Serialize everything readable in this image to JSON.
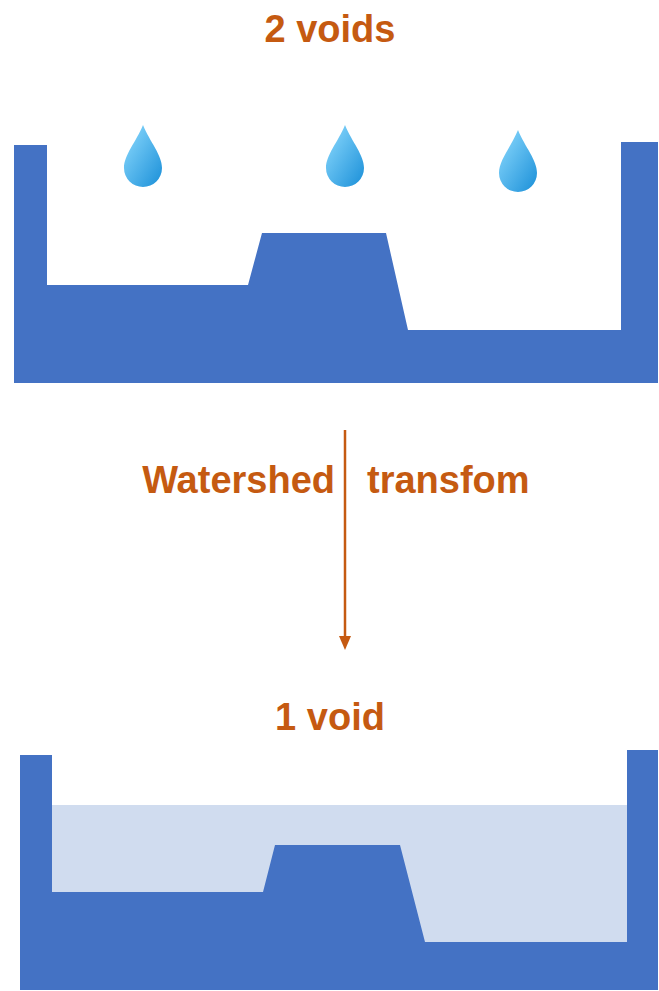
{
  "diagram": {
    "labels": [
      "2 voids",
      "Watershed",
      "transfom",
      "1 void"
    ]
  }
}
